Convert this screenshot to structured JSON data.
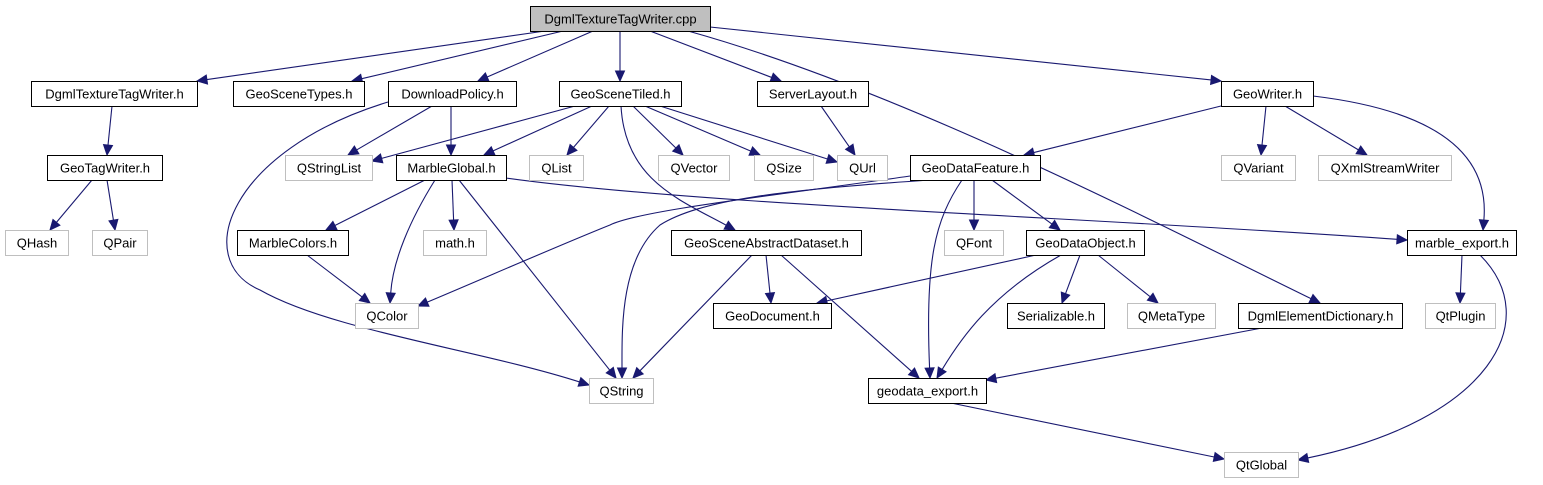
{
  "diagram": {
    "type": "include-dependency-graph",
    "colors": {
      "edge": "#191970",
      "root_fill": "#bfbfbf",
      "root_border": "#000000",
      "documented_border": "#000000",
      "external_border": "#bfbfbf",
      "node_fill": "#ffffff"
    },
    "nodes": [
      {
        "id": "root",
        "label": "DgmlTextureTagWriter.cpp",
        "kind": "root"
      },
      {
        "id": "dttw_h",
        "label": "DgmlTextureTagWriter.h",
        "kind": "documented"
      },
      {
        "id": "gst_h",
        "label": "GeoSceneTypes.h",
        "kind": "documented"
      },
      {
        "id": "dp_h",
        "label": "DownloadPolicy.h",
        "kind": "documented"
      },
      {
        "id": "gsti_h",
        "label": "GeoSceneTiled.h",
        "kind": "documented"
      },
      {
        "id": "sl_h",
        "label": "ServerLayout.h",
        "kind": "documented"
      },
      {
        "id": "gw_h",
        "label": "GeoWriter.h",
        "kind": "documented"
      },
      {
        "id": "gtw_h",
        "label": "GeoTagWriter.h",
        "kind": "documented"
      },
      {
        "id": "qstringlist",
        "label": "QStringList",
        "kind": "external"
      },
      {
        "id": "mg_h",
        "label": "MarbleGlobal.h",
        "kind": "documented"
      },
      {
        "id": "qlist",
        "label": "QList",
        "kind": "external"
      },
      {
        "id": "qvector",
        "label": "QVector",
        "kind": "external"
      },
      {
        "id": "qsize",
        "label": "QSize",
        "kind": "external"
      },
      {
        "id": "qurl",
        "label": "QUrl",
        "kind": "external"
      },
      {
        "id": "gdf_h",
        "label": "GeoDataFeature.h",
        "kind": "documented"
      },
      {
        "id": "qvariant",
        "label": "QVariant",
        "kind": "external"
      },
      {
        "id": "qxml",
        "label": "QXmlStreamWriter",
        "kind": "external"
      },
      {
        "id": "qhash",
        "label": "QHash",
        "kind": "external"
      },
      {
        "id": "qpair",
        "label": "QPair",
        "kind": "external"
      },
      {
        "id": "mc_h",
        "label": "MarbleColors.h",
        "kind": "documented"
      },
      {
        "id": "math_h",
        "label": "math.h",
        "kind": "external"
      },
      {
        "id": "gsad_h",
        "label": "GeoSceneAbstractDataset.h",
        "kind": "documented"
      },
      {
        "id": "qfont",
        "label": "QFont",
        "kind": "external"
      },
      {
        "id": "gdo_h",
        "label": "GeoDataObject.h",
        "kind": "documented"
      },
      {
        "id": "me_h",
        "label": "marble_export.h",
        "kind": "documented"
      },
      {
        "id": "qcolor",
        "label": "QColor",
        "kind": "external"
      },
      {
        "id": "gd_h",
        "label": "GeoDocument.h",
        "kind": "documented"
      },
      {
        "id": "ser_h",
        "label": "Serializable.h",
        "kind": "documented"
      },
      {
        "id": "qmetatype",
        "label": "QMetaType",
        "kind": "external"
      },
      {
        "id": "ded_h",
        "label": "DgmlElementDictionary.h",
        "kind": "documented"
      },
      {
        "id": "qtplugin",
        "label": "QtPlugin",
        "kind": "external"
      },
      {
        "id": "qstring",
        "label": "QString",
        "kind": "external"
      },
      {
        "id": "gde_h",
        "label": "geodata_export.h",
        "kind": "documented"
      },
      {
        "id": "qtglobal",
        "label": "QtGlobal",
        "kind": "external"
      }
    ],
    "edges": [
      {
        "from": "root",
        "to": "dttw_h"
      },
      {
        "from": "root",
        "to": "gst_h"
      },
      {
        "from": "root",
        "to": "dp_h"
      },
      {
        "from": "root",
        "to": "gsti_h"
      },
      {
        "from": "root",
        "to": "sl_h"
      },
      {
        "from": "root",
        "to": "ded_h"
      },
      {
        "from": "root",
        "to": "gw_h"
      },
      {
        "from": "dttw_h",
        "to": "gtw_h"
      },
      {
        "from": "gtw_h",
        "to": "qhash"
      },
      {
        "from": "gtw_h",
        "to": "qpair"
      },
      {
        "from": "dp_h",
        "to": "qstring"
      },
      {
        "from": "dp_h",
        "to": "qstringlist"
      },
      {
        "from": "dp_h",
        "to": "mg_h"
      },
      {
        "from": "gsti_h",
        "to": "qstringlist"
      },
      {
        "from": "gsti_h",
        "to": "mg_h"
      },
      {
        "from": "gsti_h",
        "to": "qlist"
      },
      {
        "from": "gsti_h",
        "to": "gsad_h"
      },
      {
        "from": "gsti_h",
        "to": "qvector"
      },
      {
        "from": "gsti_h",
        "to": "qsize"
      },
      {
        "from": "gsti_h",
        "to": "qurl"
      },
      {
        "from": "sl_h",
        "to": "qurl"
      },
      {
        "from": "gw_h",
        "to": "gdf_h"
      },
      {
        "from": "gw_h",
        "to": "qvariant"
      },
      {
        "from": "gw_h",
        "to": "qxml"
      },
      {
        "from": "gw_h",
        "to": "me_h"
      },
      {
        "from": "mg_h",
        "to": "mc_h"
      },
      {
        "from": "mg_h",
        "to": "qcolor"
      },
      {
        "from": "mg_h",
        "to": "math_h"
      },
      {
        "from": "mg_h",
        "to": "qstring"
      },
      {
        "from": "mg_h",
        "to": "me_h"
      },
      {
        "from": "mc_h",
        "to": "qcolor"
      },
      {
        "from": "gdf_h",
        "to": "qcolor"
      },
      {
        "from": "gdf_h",
        "to": "qstring"
      },
      {
        "from": "gdf_h",
        "to": "qfont"
      },
      {
        "from": "gdf_h",
        "to": "gdo_h"
      },
      {
        "from": "gdf_h",
        "to": "gde_h"
      },
      {
        "from": "gsad_h",
        "to": "qstring"
      },
      {
        "from": "gsad_h",
        "to": "gd_h"
      },
      {
        "from": "gsad_h",
        "to": "gde_h"
      },
      {
        "from": "gdo_h",
        "to": "gd_h"
      },
      {
        "from": "gdo_h",
        "to": "gde_h"
      },
      {
        "from": "gdo_h",
        "to": "ser_h"
      },
      {
        "from": "gdo_h",
        "to": "qmetatype"
      },
      {
        "from": "gd_h",
        "to": "qstring"
      },
      {
        "from": "gd_h",
        "to": "gde_h"
      },
      {
        "from": "ded_h",
        "to": "gde_h"
      },
      {
        "from": "me_h",
        "to": "qtplugin"
      },
      {
        "from": "me_h",
        "to": "qtglobal"
      },
      {
        "from": "gde_h",
        "to": "qtglobal"
      }
    ]
  }
}
